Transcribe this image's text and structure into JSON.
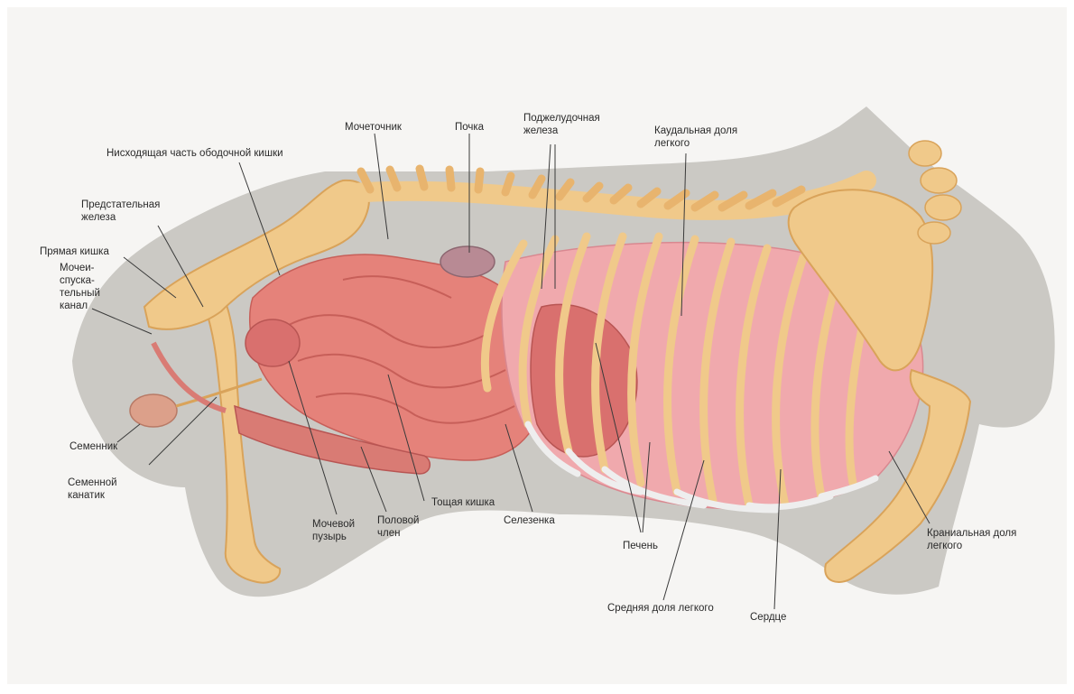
{
  "colors": {
    "page_background": "#f6f5f3",
    "body_silhouette": "#cbc9c4",
    "bone": "#f0c98a",
    "bone_shade": "#d9a35a",
    "intestine": "#e5827a",
    "organ_pink": "#f0a9ad",
    "leader_line": "#3a3a3a",
    "label_text": "#2a2a2a"
  },
  "labels": {
    "descending_colon": [
      "Нисходящая часть ободочной кишки"
    ],
    "ureter": [
      "Мочеточник"
    ],
    "kidney": [
      "Почка"
    ],
    "pancreas": [
      "Поджелудочная",
      "железа"
    ],
    "caudal_lung_lobe": [
      "Каудальная доля",
      "легкого"
    ],
    "prostate": [
      "Предстательная",
      "железа"
    ],
    "rectum": [
      "Прямая кишка"
    ],
    "urethra": [
      "Мочеи-",
      "спуска-",
      "тельный",
      "канал"
    ],
    "testis": [
      "Семенник"
    ],
    "spermatic_cord": [
      "Семенной",
      "канатик"
    ],
    "bladder": [
      "Мочевой",
      "пузырь"
    ],
    "penis": [
      "Половой",
      "член"
    ],
    "jejunum": [
      "Тощая кишка"
    ],
    "spleen": [
      "Селезенка"
    ],
    "liver": [
      "Печень"
    ],
    "middle_lung_lobe": [
      "Средняя доля легкого"
    ],
    "heart": [
      "Сердце"
    ],
    "cranial_lung_lobe": [
      "Краниальная доля",
      "легкого"
    ]
  }
}
